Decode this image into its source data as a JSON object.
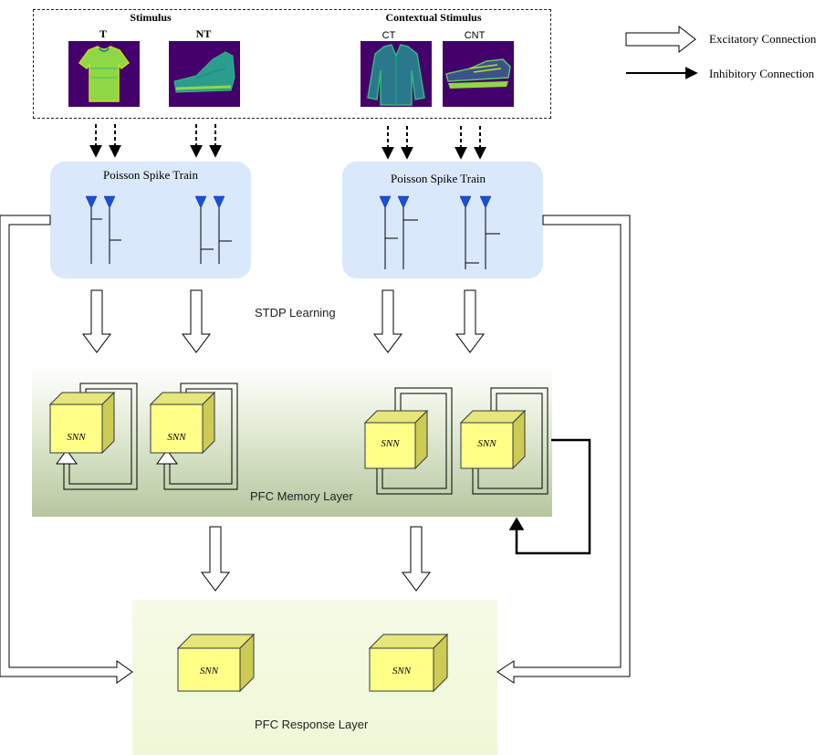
{
  "stimulus": {
    "title": "Stimulus",
    "contextual_title": "Contextual Stimulus",
    "images": [
      {
        "label": "T",
        "icon": "tshirt-icon"
      },
      {
        "label": "NT",
        "icon": "shoe-icon"
      },
      {
        "label": "CT",
        "icon": "shirt-icon"
      },
      {
        "label": "CNT",
        "icon": "sneaker-icon"
      }
    ]
  },
  "legend": {
    "excitatory": "Excitatory Connection",
    "inhibitory": "Inhibitory Connection"
  },
  "poisson": {
    "left_title": "Poisson Spike Train",
    "right_title": "Poisson Spike Train"
  },
  "stdp_label": "STDP Learning",
  "memory_layer": {
    "label": "PFC Memory Layer",
    "nodes": [
      "SNN",
      "SNN",
      "SNN",
      "SNN"
    ]
  },
  "response_layer": {
    "label": "PFC Response Layer",
    "nodes": [
      "SNN",
      "SNN"
    ]
  },
  "colors": {
    "poisson_bg": "#dae8fc",
    "cube_fill": "#ffff88",
    "cube_stroke": "#36393d",
    "spike_marker": "#1a4fd8",
    "thumb_bg": "#44016b",
    "thumb_fg": "#35b779"
  }
}
